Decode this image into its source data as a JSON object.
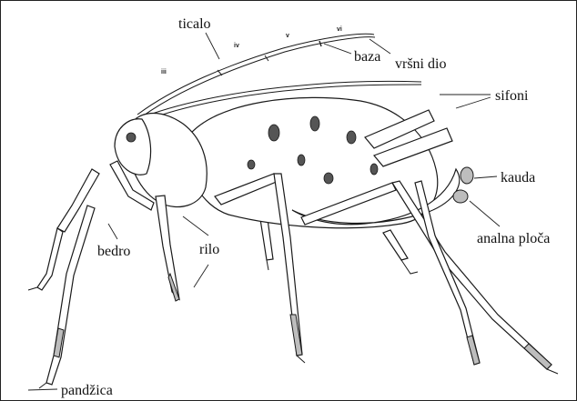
{
  "segments": [
    "iii",
    "iv",
    "v",
    "vi"
  ],
  "labels": {
    "ticalo": "ticalo",
    "baza": "baza",
    "vrsni_dio": "vršni dio",
    "sifoni": "sifoni",
    "kauda": "kauda",
    "analna_ploca": "analna ploča",
    "bedro": "bedro",
    "rilo": "rilo",
    "pandzica": "pandžica"
  },
  "colors": {
    "ink": "#1a1a1a",
    "shade": "#555555",
    "paper": "#ffffff"
  }
}
